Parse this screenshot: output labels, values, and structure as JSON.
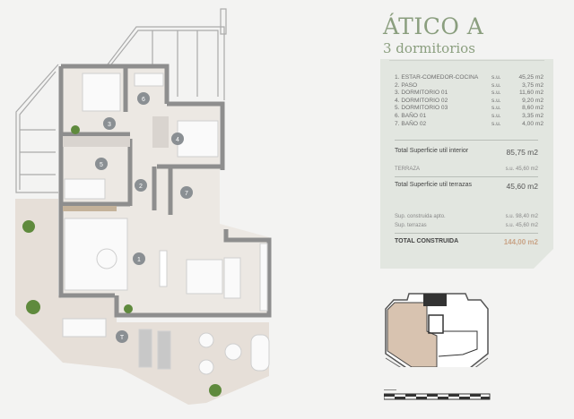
{
  "header": {
    "title": "ÁTICO A",
    "subtitle": "3 dormitorios"
  },
  "rooms": [
    {
      "name": "1. ESTAR-COMEDOR-COCINA",
      "su": "s.u.",
      "area": "45,25 m2"
    },
    {
      "name": "2. PASO",
      "su": "s.u.",
      "area": "3,75 m2"
    },
    {
      "name": "3. DORMITORIO 01",
      "su": "s.u.",
      "area": "11,60 m2"
    },
    {
      "name": "4. DORMITORIO 02",
      "su": "s.u.",
      "area": "9,20 m2"
    },
    {
      "name": "5. DORMITORIO 03",
      "su": "s.u.",
      "area": "8,60 m2"
    },
    {
      "name": "6. BAÑO 01",
      "su": "s.u.",
      "area": "3,35 m2"
    },
    {
      "name": "7. BAÑO 02",
      "su": "s.u.",
      "area": "4,00 m2"
    }
  ],
  "totals": {
    "interior_label": "Total Superficie util interior",
    "interior_value": "85,75 m2",
    "terraza_label": "TERRAZA",
    "terraza_value": "s.u. 45,60 m2",
    "terrazas_total_label": "Total Superficie util terrazas",
    "terrazas_total_value": "45,60 m2",
    "construida_apto_label": "Sup. construida apto.",
    "construida_apto_value": "s.u. 98,40 m2",
    "sup_terrazas_label": "Sup. terrazas",
    "sup_terrazas_value": "s.u. 45,60 m2",
    "total_construida_label": "TOTAL CONSTRUIDA",
    "total_construida_value": "144,00 m2"
  },
  "plan_labels": {
    "r1": "1",
    "r2": "2",
    "r3": "3",
    "r4": "4",
    "r5": "5",
    "r6": "6",
    "r7": "7",
    "terrace": "T"
  },
  "colors": {
    "title_green": "#8a9e7e",
    "panel_bg": "#e2e6e0",
    "accent_total": "#c9a487",
    "keyplan_highlight": "#d8c3b0",
    "wall": "#8c8c8c",
    "floor": "#ece8e3"
  }
}
